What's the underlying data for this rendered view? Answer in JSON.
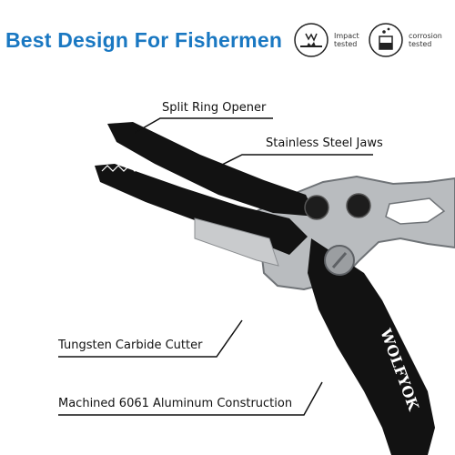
{
  "headline": {
    "text": "Best Design For Fishermen",
    "color": "#1a78c2"
  },
  "badges": [
    {
      "label_lines": [
        "Impact",
        "tested"
      ],
      "icon": "impact-icon"
    },
    {
      "label_lines": [
        "corrosion",
        "tested"
      ],
      "icon": "corrosion-icon"
    }
  ],
  "callouts": [
    "Split Ring Opener",
    "Stainless Steel Jaws",
    "Tungsten Carbide Cutter",
    "Machined 6061 Aluminum Construction"
  ],
  "brand_mark": "WOLFYOK",
  "colors": {
    "jaw_black": "#121212",
    "handle_silver": "#b9bcbf",
    "handle_edge": "#6f7377",
    "leader_line": "#111111"
  }
}
